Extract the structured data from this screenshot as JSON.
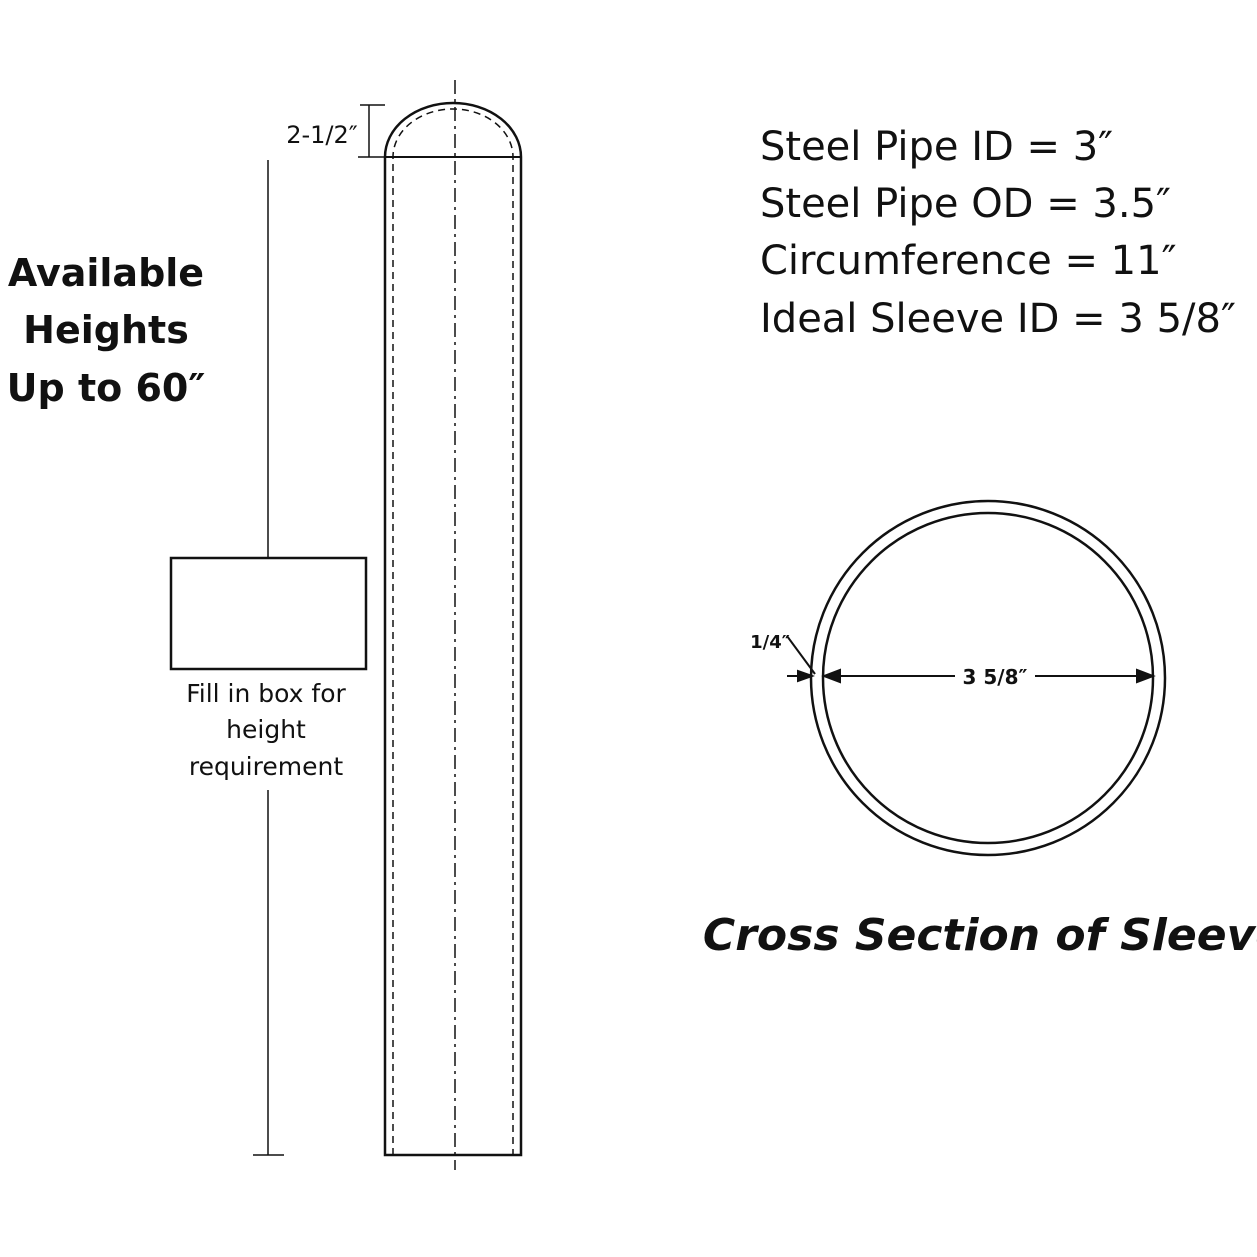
{
  "heights_label": [
    "Available",
    "Heights",
    "Up to 60″"
  ],
  "dome_dimension": "2-1/2″",
  "fill_box_caption": [
    "Fill in box for",
    "height",
    "requirement"
  ],
  "specs": [
    "Steel Pipe ID = 3″",
    "Steel Pipe OD = 3.5″",
    "Circumference = 11″",
    "Ideal Sleeve ID = 3 5/8″"
  ],
  "cross_section": {
    "wall_label": "1/4″",
    "diameter_label": "3 5/8″",
    "title": "Cross Section of Sleeve"
  }
}
